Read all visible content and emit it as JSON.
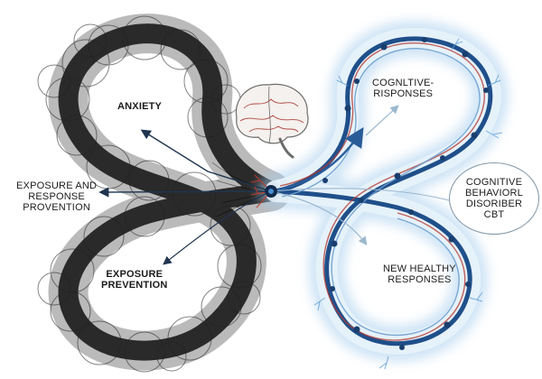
{
  "labels": {
    "anxiety": "ANXIETY",
    "exposure_response_prevention": [
      "EXPOSURE AND",
      "RESPONSE",
      "PROVENTION"
    ],
    "exposure_prevention": [
      "EXPOSURE",
      "PREVENTION"
    ],
    "cognitive_responses": [
      "COGNLTIVE-",
      "RISPONSES"
    ],
    "new_healthy_responses": [
      "NEW HEALTHY",
      "RESPONSES"
    ],
    "cbt_bubble": [
      "COGNITIVE",
      "BEHAVIORL",
      "DISORIBER",
      "CBT"
    ]
  },
  "colors": {
    "dark_loop": "#1c1c1c",
    "blue_loop": "#1f4f8a",
    "red_vessel": "#b63a32",
    "glow": "#a9cfee",
    "arrow_blue": "#2a5d98",
    "arrow_light": "#9bb8cf"
  },
  "icons": [
    "brain-icon",
    "neuron-hub-icon",
    "speech-bubble-icon"
  ]
}
